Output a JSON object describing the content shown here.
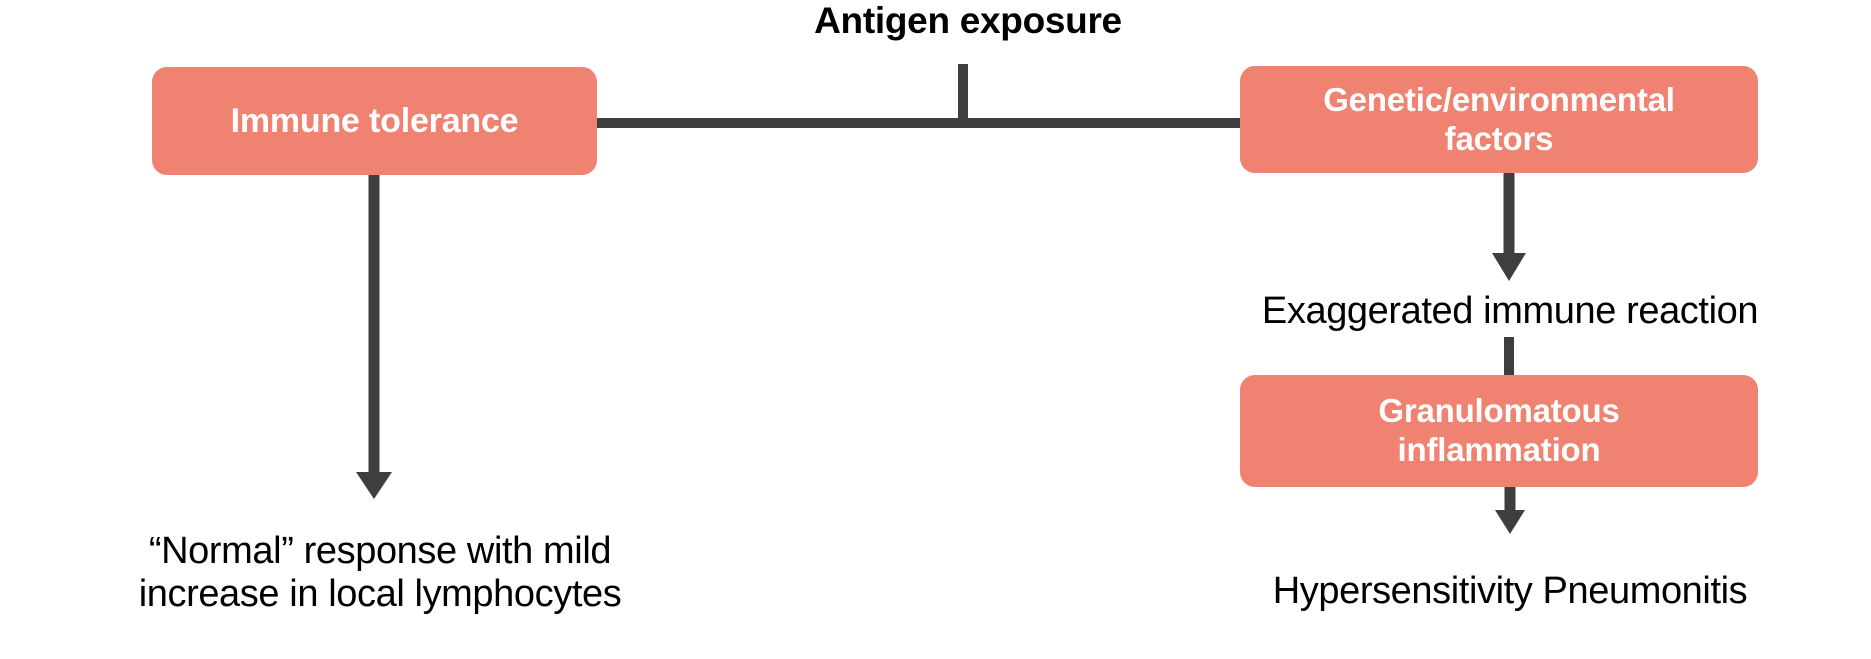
{
  "diagram": {
    "title_label": "Antigen exposure",
    "nodes": {
      "immune_tolerance": {
        "label": "Immune tolerance"
      },
      "genetic_factors": {
        "line1": "Genetic/environmental",
        "line2": "factors"
      },
      "granulomatous": {
        "line1": "Granulomatous",
        "line2": "inflammation"
      }
    },
    "labels": {
      "normal_response_line1": "“Normal” response with mild",
      "normal_response_line2": "increase in local lymphocytes",
      "exaggerated_reaction": "Exaggerated immune reaction",
      "hypersensitivity": "Hypersensitivity Pneumonitis"
    },
    "colors": {
      "node_fill": "#F08271",
      "node_text": "#FFFFFF",
      "connector": "#3E3E3E",
      "label_text": "#000000",
      "background": "#FFFFFF"
    }
  }
}
